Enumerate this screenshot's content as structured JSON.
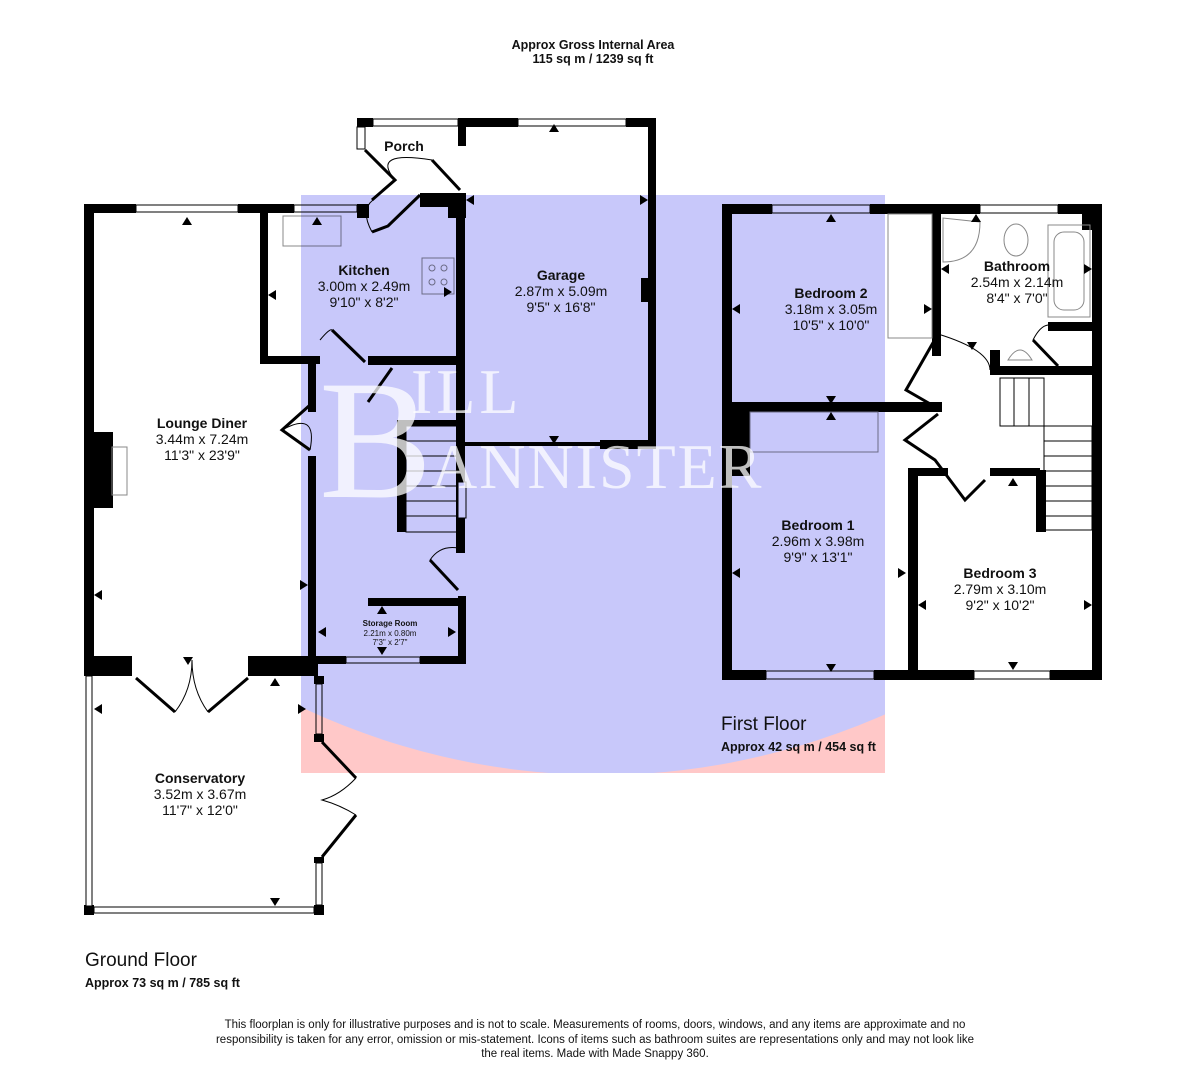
{
  "header": {
    "title": "Approx Gross Internal Area",
    "area": "115 sq m / 1239 sq ft"
  },
  "watermark": {
    "initial": "B",
    "line1": "ILL",
    "line2": "ANNISTER",
    "colors": {
      "blue": "#c8c8fa",
      "pink": "#ffc8c8"
    }
  },
  "ground_floor": {
    "title": "Ground Floor",
    "area": "Approx 73 sq m / 785 sq ft",
    "rooms": [
      {
        "name": "Porch",
        "metric": "",
        "imperial": ""
      },
      {
        "name": "Kitchen",
        "metric": "3.00m x 2.49m",
        "imperial": "9'10\" x 8'2\""
      },
      {
        "name": "Garage",
        "metric": "2.87m x 5.09m",
        "imperial": "9'5\" x 16'8\""
      },
      {
        "name": "Lounge Diner",
        "metric": "3.44m x 7.24m",
        "imperial": "11'3\" x 23'9\""
      },
      {
        "name": "Storage Room",
        "metric": "2.21m x 0.80m",
        "imperial": "7'3\" x 2'7\""
      },
      {
        "name": "Conservatory",
        "metric": "3.52m x 3.67m",
        "imperial": "11'7\" x 12'0\""
      }
    ]
  },
  "first_floor": {
    "title": "First Floor",
    "area": "Approx 42 sq m / 454 sq ft",
    "rooms": [
      {
        "name": "Bedroom 2",
        "metric": "3.18m x 3.05m",
        "imperial": "10'5\" x 10'0\""
      },
      {
        "name": "Bathroom",
        "metric": "2.54m x 2.14m",
        "imperial": "8'4\" x 7'0\""
      },
      {
        "name": "Bedroom 1",
        "metric": "2.96m x 3.98m",
        "imperial": "9'9\" x 13'1\""
      },
      {
        "name": "Bedroom 3",
        "metric": "2.79m x 3.10m",
        "imperial": "9'2\" x 10'2\""
      }
    ]
  },
  "disclaimer": "This floorplan is only for illustrative purposes and is not to scale. Measurements of rooms, doors, windows, and any items are approximate and no responsibility is taken for any error, omission or mis-statement. Icons of items such as bathroom suites are representations only and may not look like the real items. Made with Made Snappy 360."
}
